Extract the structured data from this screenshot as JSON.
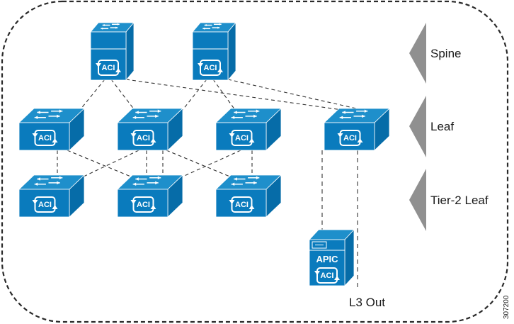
{
  "diagram": {
    "title": "ACI multi-tier fabric topology",
    "colors": {
      "device_front": "#0A7BBD",
      "device_top": "#1E8FCB",
      "device_side": "#066CA8",
      "glyph": "#ffffff",
      "link": "#333333",
      "tier_marker": "#909090",
      "boundary": "#2a2a2a"
    },
    "tiers": [
      {
        "id": "spine",
        "label": "Spine"
      },
      {
        "id": "leaf",
        "label": "Leaf"
      },
      {
        "id": "tier2",
        "label": "Tier-2 Leaf"
      }
    ],
    "nodes": [
      {
        "id": "spine1",
        "type": "spine",
        "badge": "ACI"
      },
      {
        "id": "spine2",
        "type": "spine",
        "badge": "ACI"
      },
      {
        "id": "leaf1",
        "type": "leaf",
        "badge": "ACI"
      },
      {
        "id": "leaf2",
        "type": "leaf",
        "badge": "ACI"
      },
      {
        "id": "leaf3",
        "type": "leaf",
        "badge": "ACI"
      },
      {
        "id": "leaf4",
        "type": "leaf",
        "badge": "ACI"
      },
      {
        "id": "t2leaf1",
        "type": "tier2",
        "badge": "ACI"
      },
      {
        "id": "t2leaf2",
        "type": "tier2",
        "badge": "ACI"
      },
      {
        "id": "t2leaf3",
        "type": "tier2",
        "badge": "ACI"
      },
      {
        "id": "apic",
        "type": "controller",
        "label": "APIC",
        "badge": "ACI"
      }
    ],
    "links": [
      [
        "spine1",
        "leaf1"
      ],
      [
        "spine1",
        "leaf2"
      ],
      [
        "spine1",
        "leaf4"
      ],
      [
        "spine2",
        "leaf2"
      ],
      [
        "spine2",
        "leaf3"
      ],
      [
        "spine2",
        "leaf4"
      ],
      [
        "leaf1",
        "t2leaf1"
      ],
      [
        "leaf1",
        "t2leaf2"
      ],
      [
        "leaf2",
        "t2leaf1"
      ],
      [
        "leaf2",
        "t2leaf2"
      ],
      [
        "leaf2",
        "t2leaf2"
      ],
      [
        "leaf2",
        "t2leaf3"
      ],
      [
        "leaf3",
        "t2leaf2"
      ],
      [
        "leaf3",
        "t2leaf3"
      ],
      [
        "leaf4",
        "apic"
      ],
      [
        "leaf4",
        "l3out"
      ]
    ],
    "l3out_label": "L3 Out",
    "figure_id": "307200"
  }
}
